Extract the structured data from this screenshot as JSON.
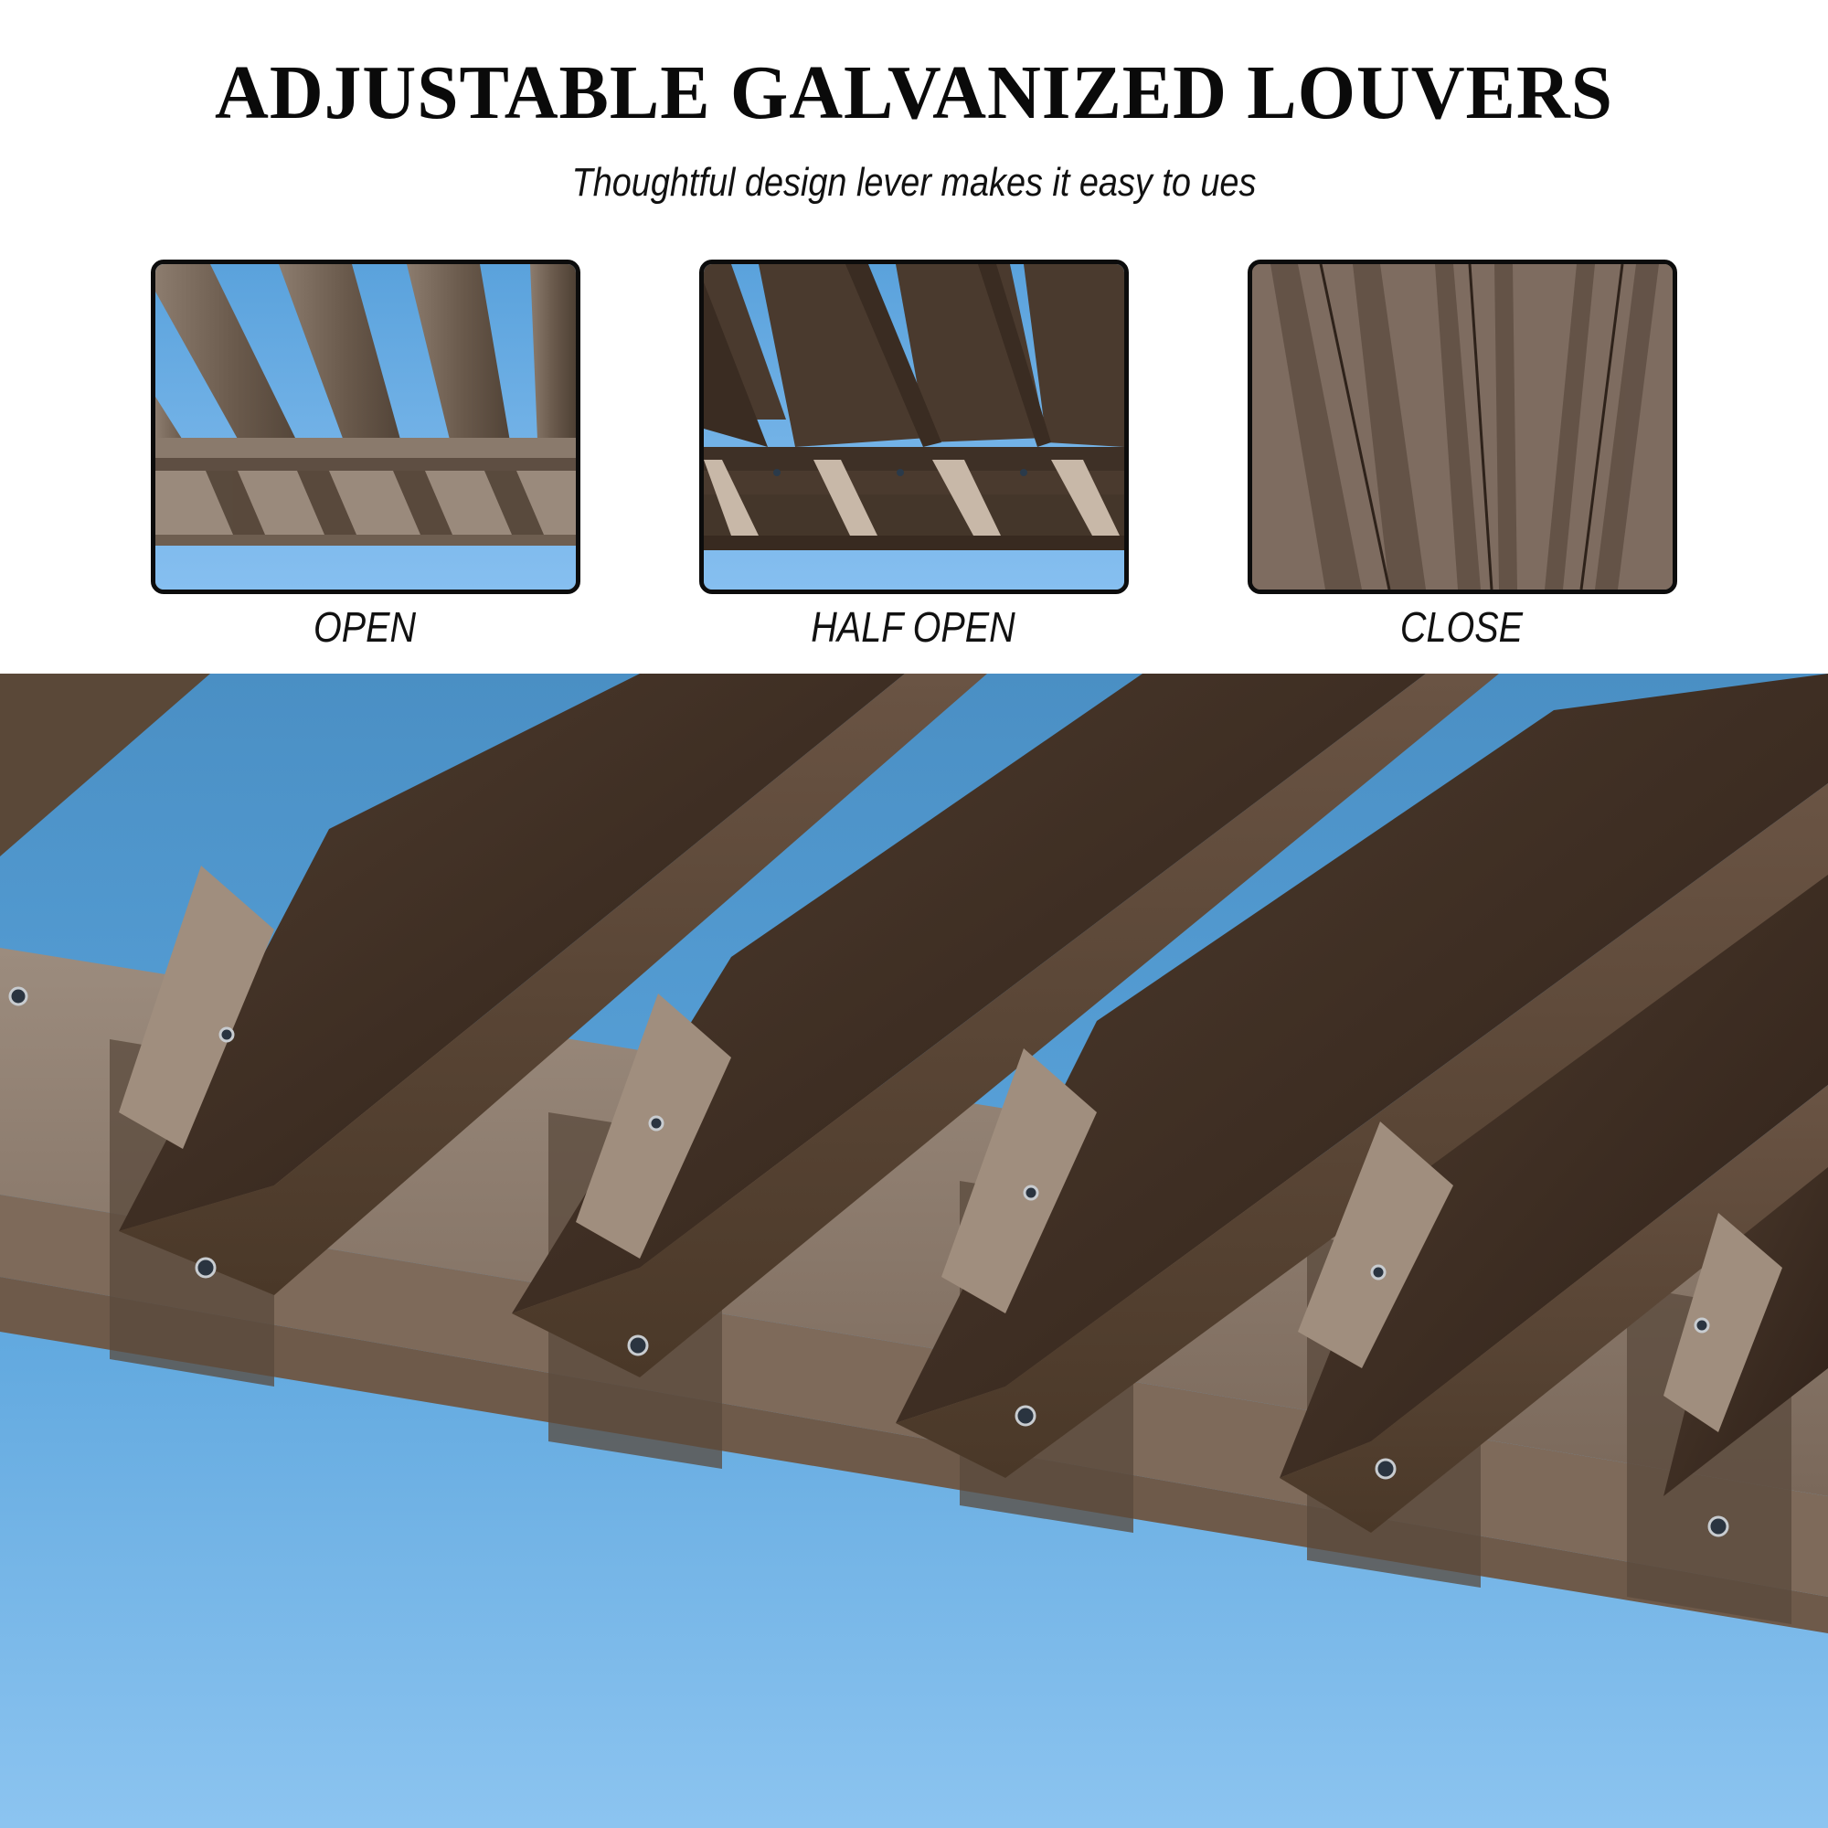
{
  "header": {
    "title": "ADJUSTABLE GALVANIZED LOUVERS",
    "subtitle": "Thoughtful design lever makes it easy to ues"
  },
  "states": [
    {
      "label": "OPEN",
      "image": "louvers-open-photo"
    },
    {
      "label": "HALF OPEN",
      "image": "louvers-half-open-photo"
    },
    {
      "label": "CLOSE",
      "image": "louvers-closed-photo"
    }
  ],
  "hero": {
    "image": "louver-closeup-photo"
  },
  "colors": {
    "sky_top": "#4a8fc4",
    "sky_bottom": "#86bff0",
    "metal_dark": "#3a2a1f",
    "metal_mid": "#6e5a4a",
    "metal_light": "#a8988a",
    "panel_border": "#0c0c0c",
    "text": "#0a0a0a"
  }
}
